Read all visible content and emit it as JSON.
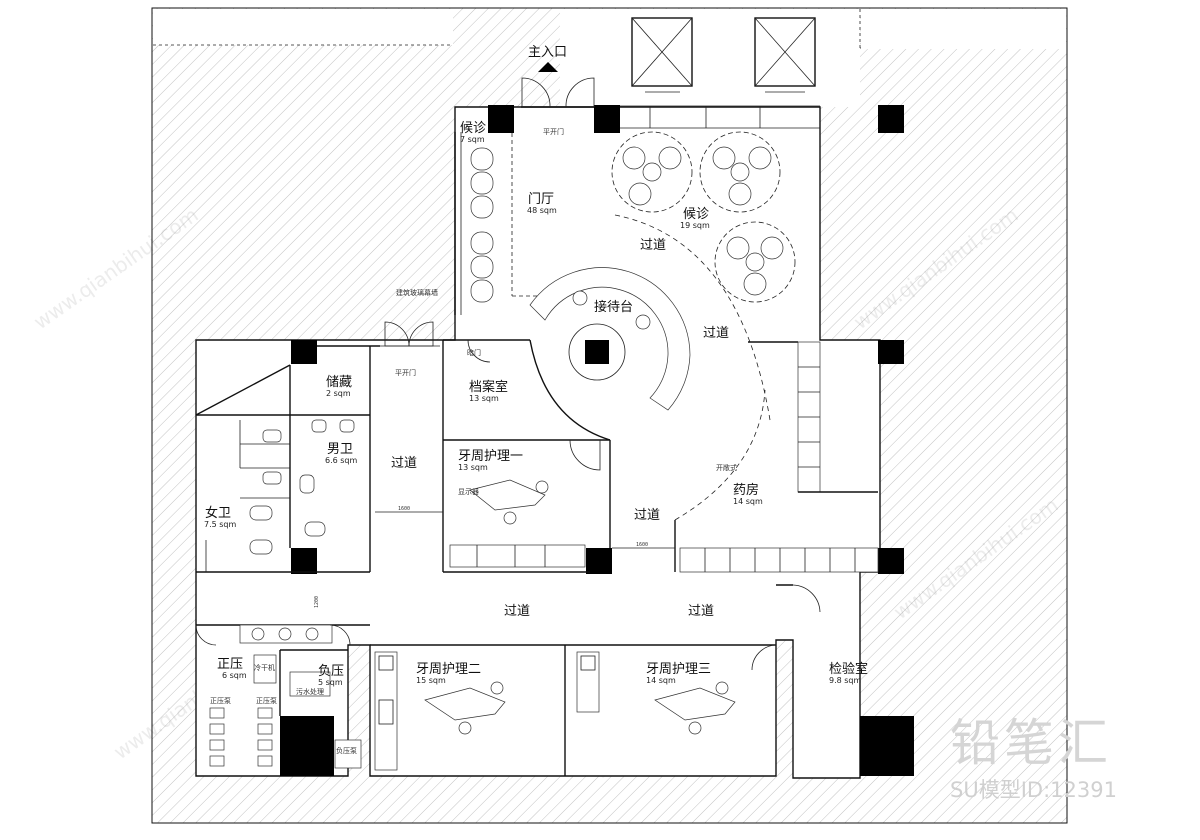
{
  "plan": {
    "entrance": "主入口",
    "door_swing": "平开门",
    "glass_wall": "建筑玻璃幕墙",
    "dark_door": "暗门",
    "open_style": "开敞式",
    "corridor_width": "1600",
    "corridor_width_2": "1200",
    "rooms": {
      "waiting_small": {
        "name": "候诊",
        "area": "7 sqm"
      },
      "lobby": {
        "name": "门厅",
        "area": "48 sqm"
      },
      "waiting_main": {
        "name": "候诊",
        "area": "19 sqm"
      },
      "reception": {
        "name": "接待台"
      },
      "archive": {
        "name": "档案室",
        "area": "13 sqm"
      },
      "storage": {
        "name": "储藏",
        "area": "2 sqm"
      },
      "mens_wc": {
        "name": "男卫",
        "area": "6.6 sqm"
      },
      "womens_wc": {
        "name": "女卫",
        "area": "7.5 sqm"
      },
      "perio_1": {
        "name": "牙周护理一",
        "area": "13 sqm"
      },
      "pharmacy": {
        "name": "药房",
        "area": "14 sqm"
      },
      "positive_pressure": {
        "name": "正压",
        "area": "6 sqm"
      },
      "negative_pressure": {
        "name": "负压",
        "area": "5 sqm"
      },
      "perio_2": {
        "name": "牙周护理二",
        "area": "15 sqm"
      },
      "perio_3": {
        "name": "牙周护理三",
        "area": "14 sqm"
      },
      "lab": {
        "name": "检验室",
        "area": "9.8 sqm"
      }
    },
    "corridor_label": "过道",
    "equipment": {
      "dryer": "冷干机",
      "positive_pump_a": "正压泵",
      "positive_pump_b": "正压泵",
      "sewage": "污水处理",
      "negative_pump": "负压泵",
      "monitor": "显示器"
    }
  },
  "watermark": {
    "brand": "铅笔汇",
    "model_id": "SU模型ID:12391",
    "site": "www.qianbihui.com"
  }
}
